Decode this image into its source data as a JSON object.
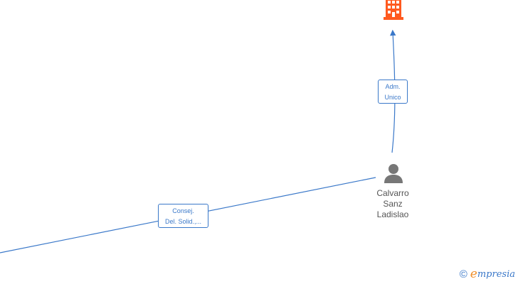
{
  "colors": {
    "edge": "#3a78c9",
    "person": "#777777",
    "company": "#ff5a1f",
    "text": "#555555"
  },
  "nodes": {
    "company": {
      "icon": "building-icon"
    },
    "person": {
      "icon": "person-icon",
      "name_lines": [
        "Calvarro",
        "Sanz",
        "Ladislao"
      ]
    }
  },
  "edges": [
    {
      "from": "person",
      "to": "company",
      "label_lines": [
        "Adm.",
        "Unico"
      ]
    },
    {
      "from": "person",
      "to": "offscreen-left",
      "label_lines": [
        "Consej.",
        "Del. Solid.,..."
      ]
    }
  ],
  "brand": {
    "copyright_symbol": "©",
    "name_first": "e",
    "name_rest": "mpresia"
  }
}
